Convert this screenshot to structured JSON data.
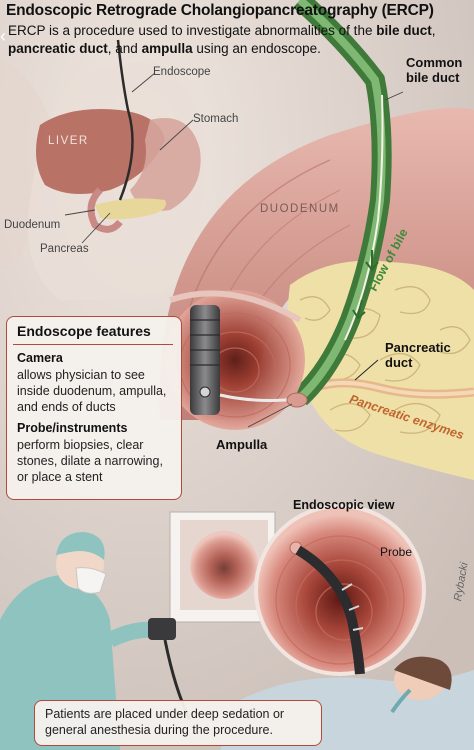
{
  "title": "Endoscopic Retrograde Cholangiopancreatography (ERCP)",
  "intro": {
    "part1": "ERCP is a procedure used to investigate abnormalities of the ",
    "bold1": "bile duct",
    "part2": ", ",
    "bold2": "pancreatic duct",
    "part3": ", and ",
    "bold3": "ampulla",
    "part4": " using an endoscope."
  },
  "labels": {
    "endoscope": "Endoscope",
    "stomach": "Stomach",
    "liver": "LIVER",
    "duodenum_small": "Duodenum",
    "pancreas": "Pancreas",
    "duodenum_large": "DUODENUM",
    "common_bile_duct_line1": "Common",
    "common_bile_duct_line2": "bile duct",
    "flow_of_bile": "Flow of bile",
    "pancreatic_duct_line1": "Pancreatic",
    "pancreatic_duct_line2": "duct",
    "pancreatic_enzymes": "Pancreatic enzymes",
    "ampulla": "Ampulla",
    "endoscopic_view": "Endoscopic view",
    "probe": "Probe",
    "signature": "Rybacki"
  },
  "features_box": {
    "title": "Endoscope features",
    "camera_head": "Camera",
    "camera_text": "allows physician to see inside duodenum, ampulla, and ends of ducts",
    "probe_head": "Probe/instruments",
    "probe_text": "perform biopsies, clear stones, dilate a narrowing, or place a stent"
  },
  "patient_note": "Patients are placed under deep sedation or general anesthesia during the procedure.",
  "colors": {
    "accent_border": "#b04a3c",
    "bile_green": "#4e8a45",
    "tissue_pink": "#c98a86",
    "pancreas_yellow": "#efe0a8"
  }
}
